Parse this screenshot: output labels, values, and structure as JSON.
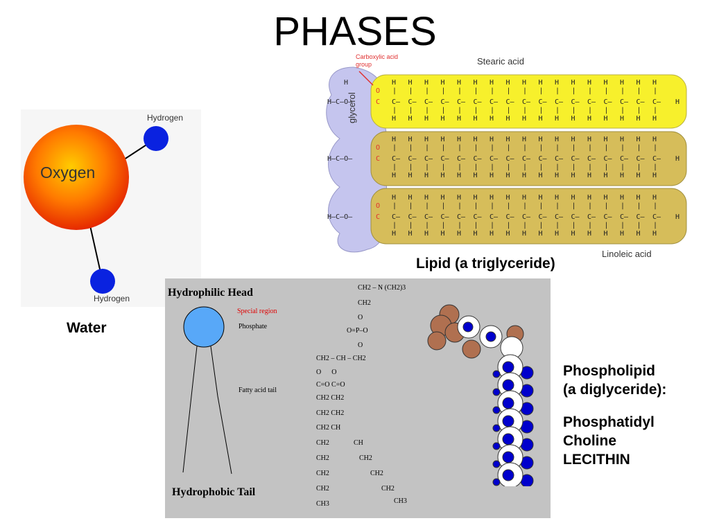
{
  "slide": {
    "title": "PHASES"
  },
  "water": {
    "caption": "Water",
    "atom_label_center": "Oxygen",
    "hydrogen_top": "Hydrogen",
    "hydrogen_bottom": "Hydrogen"
  },
  "lipid": {
    "caption": "Lipid (a triglyceride)",
    "stearic": "Stearic acid",
    "linoleic": "Linoleic acid",
    "glycerol": "glycerol",
    "carboxylic_line1": "Carboxylic acid",
    "carboxylic_line2": "group",
    "colors": {
      "glycerol": "#c5c5ee",
      "stearic": "#f7f02c",
      "linoleic": "#d6bd5a"
    }
  },
  "phospholipid_panel": {
    "head_label": "Hydrophilic Head",
    "special_region": "Special region",
    "phosphate": "Phosphate",
    "fatty_tail": "Fatty acid tail",
    "tail_label": "Hydrophobic Tail",
    "formula": {
      "top": "CH2 – N (CH2)3",
      "ch2": "CH2",
      "o": "O",
      "phosphate": "O=P–O",
      "backbone": "CH2 – CH – CH2",
      "oo": "O      O",
      "ester": "C=O  C=O",
      "chch2": "CH2  CH2",
      "chch": "CH2  CH",
      "ch": "CH",
      "ch3": "CH3"
    }
  },
  "phospholipid": {
    "caption_line1": "Phospholipid",
    "caption_line2": "(a diglyceride):",
    "caption_line3": "Phosphatidyl",
    "caption_line4": "Choline",
    "caption_line5": "LECITHIN"
  }
}
